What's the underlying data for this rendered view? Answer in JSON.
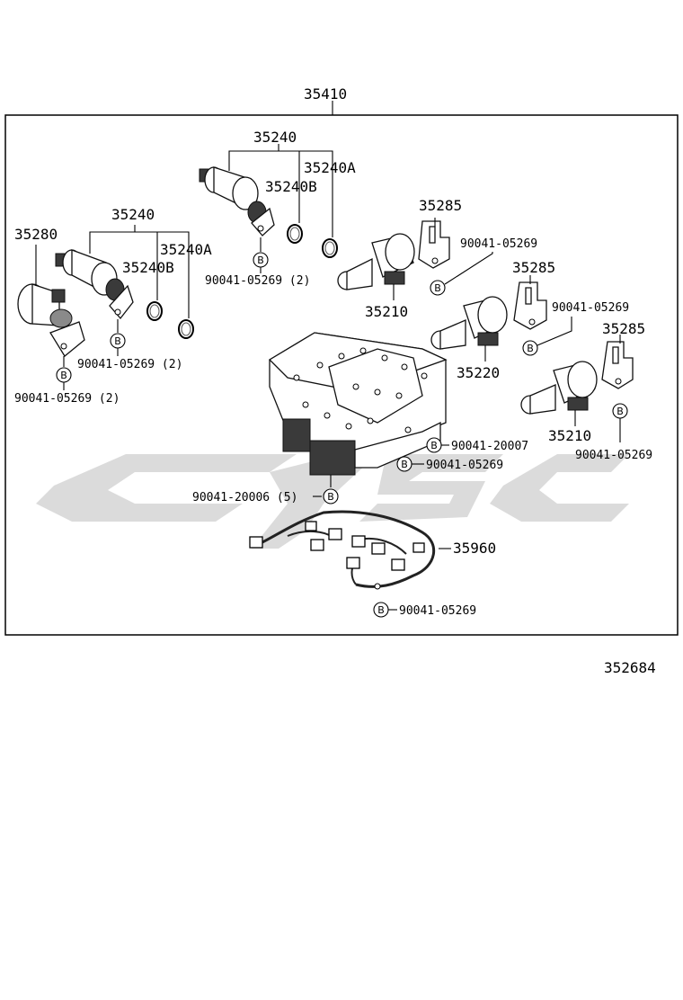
{
  "diagram": {
    "assembly_number": "35410",
    "figure_number": "352684",
    "bolt_symbol": "B",
    "labels": {
      "solenoid_top": "35240",
      "oring_top_a": "35240A",
      "oring_top_b": "35240B",
      "bolt_top": "90041-05269 (2)",
      "solenoid_left": "35240",
      "oring_left_a": "35240A",
      "oring_left_b": "35240B",
      "solenoid_far_left": "35280",
      "bolt_left": "90041-05269 (2)",
      "bolt_far_left": "90041-05269 (2)",
      "bracket_1": "35285",
      "bolt_bracket_1": "90041-05269",
      "solenoid_35210_a": "35210",
      "bracket_2": "35285",
      "bolt_bracket_2": "90041-05269",
      "solenoid_35220": "35220",
      "bracket_3": "35285",
      "solenoid_35210_b": "35210",
      "bolt_bracket_3": "90041-05269",
      "bolt_body_1": "90041-20007",
      "bolt_body_2": "90041-05269",
      "bolt_body_3": "90041-20006 (5)",
      "harness": "35960",
      "bolt_harness": "90041-05269"
    }
  }
}
